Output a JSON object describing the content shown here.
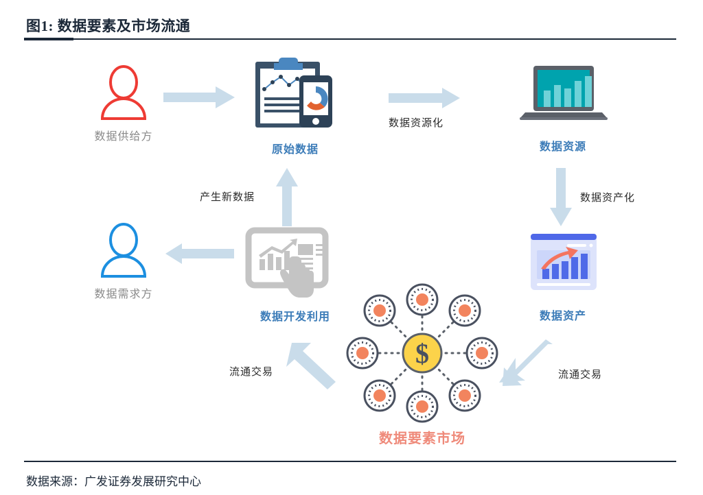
{
  "figure": {
    "title": "图1: 数据要素及市场流通",
    "source_label": "数据来源：广发证券发展研究中心"
  },
  "colors": {
    "title_text": "#1b2838",
    "rule": "#1b2838",
    "arrow_fill": "#c9dcea",
    "label_blue": "#3c7cb8",
    "label_gray": "#8a8a8a",
    "label_salmon": "#ef8a7a",
    "supplier_icon": "#ee3b34",
    "consumer_icon": "#1c8fe0",
    "laptop_screen": "#00a3ae",
    "laptop_bar": "#6fd2d8",
    "clipboard_dark": "#3a5168",
    "clipboard_blue": "#4a87c0",
    "phone_orange": "#e2622f",
    "asset_window_blue": "#4f68e8",
    "asset_bar": "#4f6ae8",
    "asset_arrow": "#f4745f",
    "tablet_gray": "#c4c4c4",
    "coin_yellow": "#fcd34a",
    "node_ring": "#4a5160",
    "node_center": "#f2845e"
  },
  "nodes": [
    {
      "id": "data-supplier",
      "label": "数据供给方",
      "icon": "person-icon",
      "label_style": "gray"
    },
    {
      "id": "raw-data",
      "label": "原始数据",
      "icon": "clipboard-phone-icon",
      "label_style": "blue"
    },
    {
      "id": "data-resource",
      "label": "数据资源",
      "icon": "laptop-chart-icon",
      "label_style": "blue"
    },
    {
      "id": "data-asset",
      "label": "数据资产",
      "icon": "dashboard-window-icon",
      "label_style": "blue"
    },
    {
      "id": "data-market",
      "label": "数据要素市场",
      "icon": "market-network-icon",
      "label_style": "salmon"
    },
    {
      "id": "data-development",
      "label": "数据开发利用",
      "icon": "tablet-hand-icon",
      "label_style": "blue"
    },
    {
      "id": "data-consumer",
      "label": "数据需求方",
      "icon": "person-icon",
      "label_style": "gray"
    }
  ],
  "arrows": [
    {
      "id": "supplier-to-raw",
      "label": "",
      "direction": "right"
    },
    {
      "id": "raw-to-resource",
      "label": "数据资源化",
      "direction": "right"
    },
    {
      "id": "resource-to-asset",
      "label": "数据资产化",
      "direction": "down"
    },
    {
      "id": "asset-to-market",
      "label": "流通交易",
      "direction": "down-left"
    },
    {
      "id": "market-to-development",
      "label": "流通交易",
      "direction": "up-left"
    },
    {
      "id": "development-to-consumer",
      "label": "",
      "direction": "left"
    },
    {
      "id": "development-to-raw",
      "label": "产生新数据",
      "direction": "up"
    }
  ],
  "market_icon": {
    "center_symbol": "$",
    "satellite_count": 8
  },
  "laptop_chart": {
    "bars": [
      4,
      5,
      6,
      7,
      8
    ]
  },
  "asset_chart": {
    "bars": [
      3,
      4,
      5,
      6,
      7
    ]
  }
}
